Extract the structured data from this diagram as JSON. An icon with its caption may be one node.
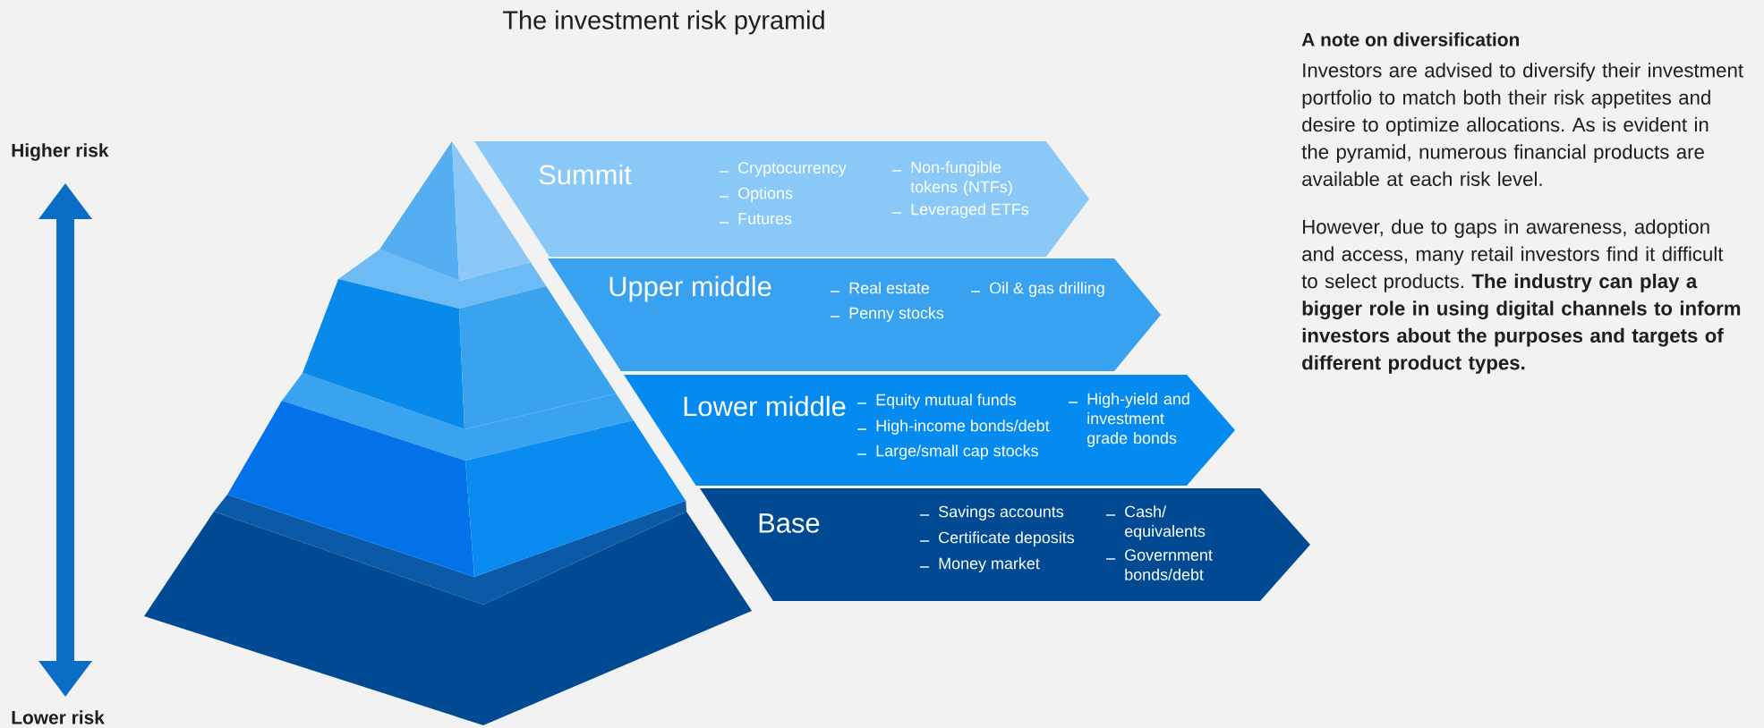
{
  "diagram": {
    "title": "The investment risk pyramid",
    "nodes": [
      {
        "text": [
          "Summit",
          "Cryptocurrency",
          "Options",
          "Futures",
          "Non-fungible tokens (NTFs)",
          "Leveraged ETFs"
        ]
      },
      {
        "text": [
          "Upper middle",
          "Real estate",
          "Penny stocks",
          "Oil & gas drilling"
        ]
      },
      {
        "text": [
          "Lower middle",
          "Equity mutual funds",
          "High-income bonds/debt",
          "Large/small cap stocks",
          "High-yield and investment grade bonds"
        ]
      },
      {
        "text": [
          "Base",
          "Savings accounts",
          "Certificate deposits",
          "Money market",
          "Cash/ equivalents",
          "Government bonds/debt"
        ]
      }
    ],
    "labels": [
      "Higher risk",
      "Lower risk",
      "A note on diversification",
      "Investors are advised to diversify their investment portfolio to match both their risk appetites and desire to optimize allocations. As is evident in the pyramid, numerous financial products are available at each risk level.",
      "However, due to gaps in awareness, adoption and access, many retail investors find it difficult to select products. **The industry can play a bigger role in using digital channels to inform investors about the purposes and targets of different product types.**"
    ]
  }
}
